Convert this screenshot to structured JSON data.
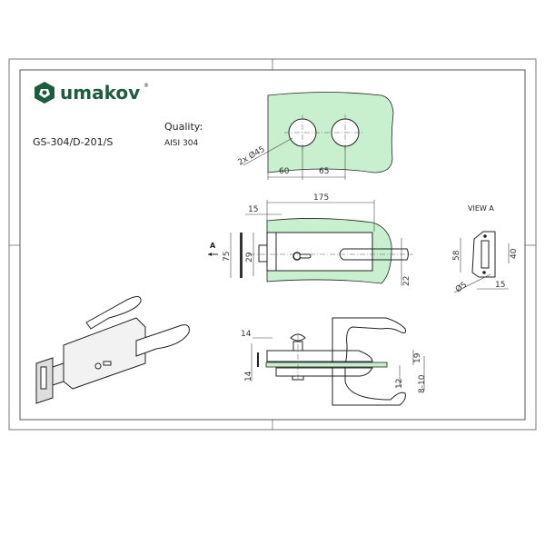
{
  "brand": {
    "name": "umakov",
    "registered_mark": "®",
    "color": "#1e5b3f"
  },
  "product_code": "GS-304/D-201/S",
  "quality": {
    "label": "Quality:",
    "value": "AISI 304"
  },
  "glass_color": "#c8f0cf",
  "top_view": {
    "dims": {
      "holes": "2x Ø45",
      "d1": "60",
      "d2": "65"
    }
  },
  "front_view": {
    "section_marker": "A",
    "dims": {
      "overall": "175",
      "offset": "15",
      "height": "75",
      "lock": "29",
      "handle": "22"
    }
  },
  "view_a": {
    "title": "VIEW A",
    "dims": {
      "height": "58",
      "slot": "40",
      "hole": "Ø5",
      "depth": "15"
    }
  },
  "side_view": {
    "dims": {
      "top": "14",
      "left": "14",
      "d19": "19",
      "d12": "12",
      "glass": "8-10"
    }
  }
}
